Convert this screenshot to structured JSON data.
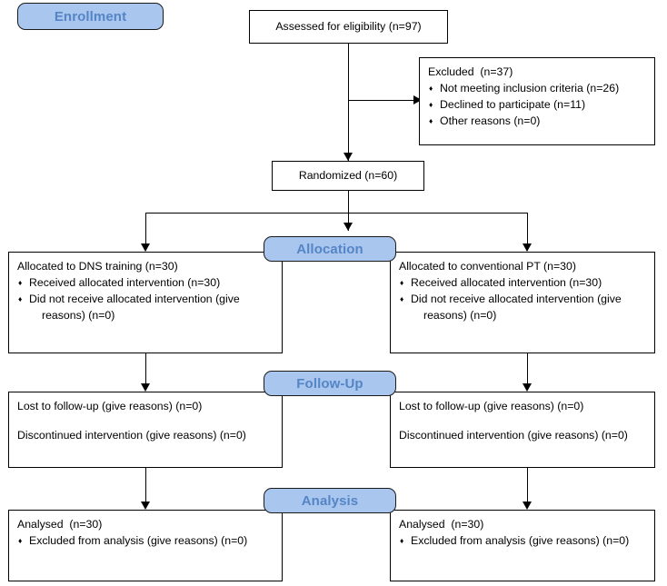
{
  "diagram": {
    "type": "CONSORT participant flow diagram",
    "stages": [
      {
        "key": "enrollment",
        "label": "Enrollment"
      },
      {
        "key": "allocation",
        "label": "Allocation"
      },
      {
        "key": "followup",
        "label": "Follow-Up"
      },
      {
        "key": "analysis",
        "label": "Analysis"
      }
    ],
    "colors": {
      "stage_fill": "#a9c6ef",
      "stage_text": "#5585c5",
      "stage_border": "#1a1a1a",
      "box_fill": "#ffffff",
      "box_border": "#000000",
      "connector": "#000000"
    },
    "bullet_glyph": "♦",
    "nodes": {
      "assessed": {
        "text": "Assessed for eligibility (n=97)"
      },
      "excluded": {
        "title": "Excluded  (n=37)",
        "items": [
          "Not meeting inclusion criteria (n=26)",
          "Declined to participate (n=11)",
          "Other reasons (n=0)"
        ]
      },
      "randomized": {
        "text": "Randomized (n=60)"
      },
      "alloc_left": {
        "title": "Allocated to DNS training (n=30)",
        "items": [
          "Received allocated intervention (n=30)",
          "Did not receive allocated intervention (give"
        ],
        "item2_continuation": "reasons) (n=0)"
      },
      "alloc_right": {
        "title": "Allocated to conventional PT (n=30)",
        "items": [
          "Received allocated intervention (n=30)",
          "Did not receive allocated intervention (give"
        ],
        "item2_continuation": "reasons) (n=0)"
      },
      "followup_left": {
        "line1": "Lost to follow-up (give reasons) (n=0)",
        "line2": "Discontinued intervention (give reasons) (n=0)"
      },
      "followup_right": {
        "line1": "Lost to follow-up (give reasons) (n=0)",
        "line2": "Discontinued intervention (give reasons) (n=0)"
      },
      "analysis_left": {
        "title": "Analysed  (n=30)",
        "items": [
          "Excluded from analysis (give reasons) (n=0)"
        ]
      },
      "analysis_right": {
        "title": "Analysed  (n=30)",
        "items": [
          "Excluded from analysis (give reasons) (n=0)"
        ]
      }
    }
  }
}
